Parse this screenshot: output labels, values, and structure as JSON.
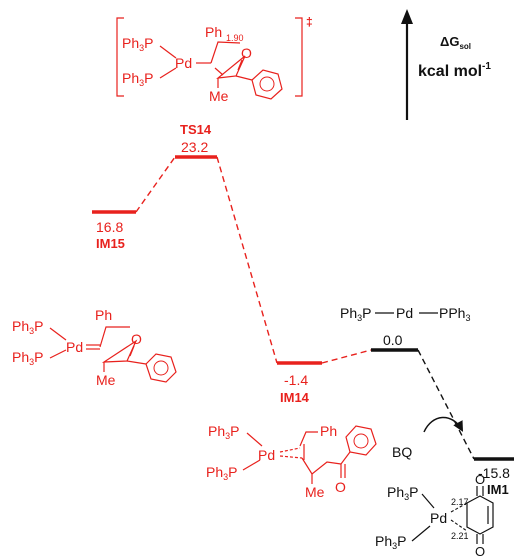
{
  "colors": {
    "red": "#e8211d",
    "black": "#111111"
  },
  "axis": {
    "label_main": "ΔG",
    "label_sub": "sol",
    "unit_base": "kcal mol",
    "unit_exp": "-1"
  },
  "ts14": {
    "label": "TS14",
    "energy": "23.2",
    "dagger": "‡",
    "ph3p_top": "Ph",
    "ph3p_top_sub": "3",
    "ph3p_top_p": "P",
    "ph3p_bot": "Ph",
    "ph3p_bot_sub": "3",
    "ph3p_bot_p": "P",
    "pd": "Pd",
    "ph": "Ph",
    "bond": "1.90",
    "o": "O",
    "me": "Me"
  },
  "im15": {
    "label": "IM15",
    "energy": "16.8",
    "ph3p_top": "Ph",
    "ph3p_top_sub": "3",
    "ph3p_top_p": "P",
    "ph3p_bot": "Ph",
    "ph3p_bot_sub": "3",
    "ph3p_bot_p": "P",
    "pd": "Pd",
    "ph": "Ph",
    "o": "O",
    "me": "Me"
  },
  "im14": {
    "label": "IM14",
    "energy": "-1.4",
    "ph3p_top": "Ph",
    "ph3p_top_sub": "3",
    "ph3p_top_p": "P",
    "ph3p_bot": "Ph",
    "ph3p_bot_sub": "3",
    "ph3p_bot_p": "P",
    "pd": "Pd",
    "ph": "Ph",
    "o": "O",
    "me": "Me"
  },
  "pd0": {
    "energy": "0.0",
    "formula_a": "Ph",
    "formula_a_sub": "3",
    "formula_b": "P",
    "formula_pd": "Pd",
    "formula_c": "PPh",
    "formula_c_sub": "3"
  },
  "im1": {
    "label": "IM1",
    "energy": "-15.8",
    "reagent": "BQ",
    "ph3p_top": "Ph",
    "ph3p_top_sub": "3",
    "ph3p_top_p": "P",
    "ph3p_bot": "Ph",
    "ph3p_bot_sub": "3",
    "ph3p_bot_p": "P",
    "pd": "Pd",
    "bond_top": "2.17",
    "bond_bot": "2.21",
    "o_top": "O",
    "o_bot": "O"
  }
}
